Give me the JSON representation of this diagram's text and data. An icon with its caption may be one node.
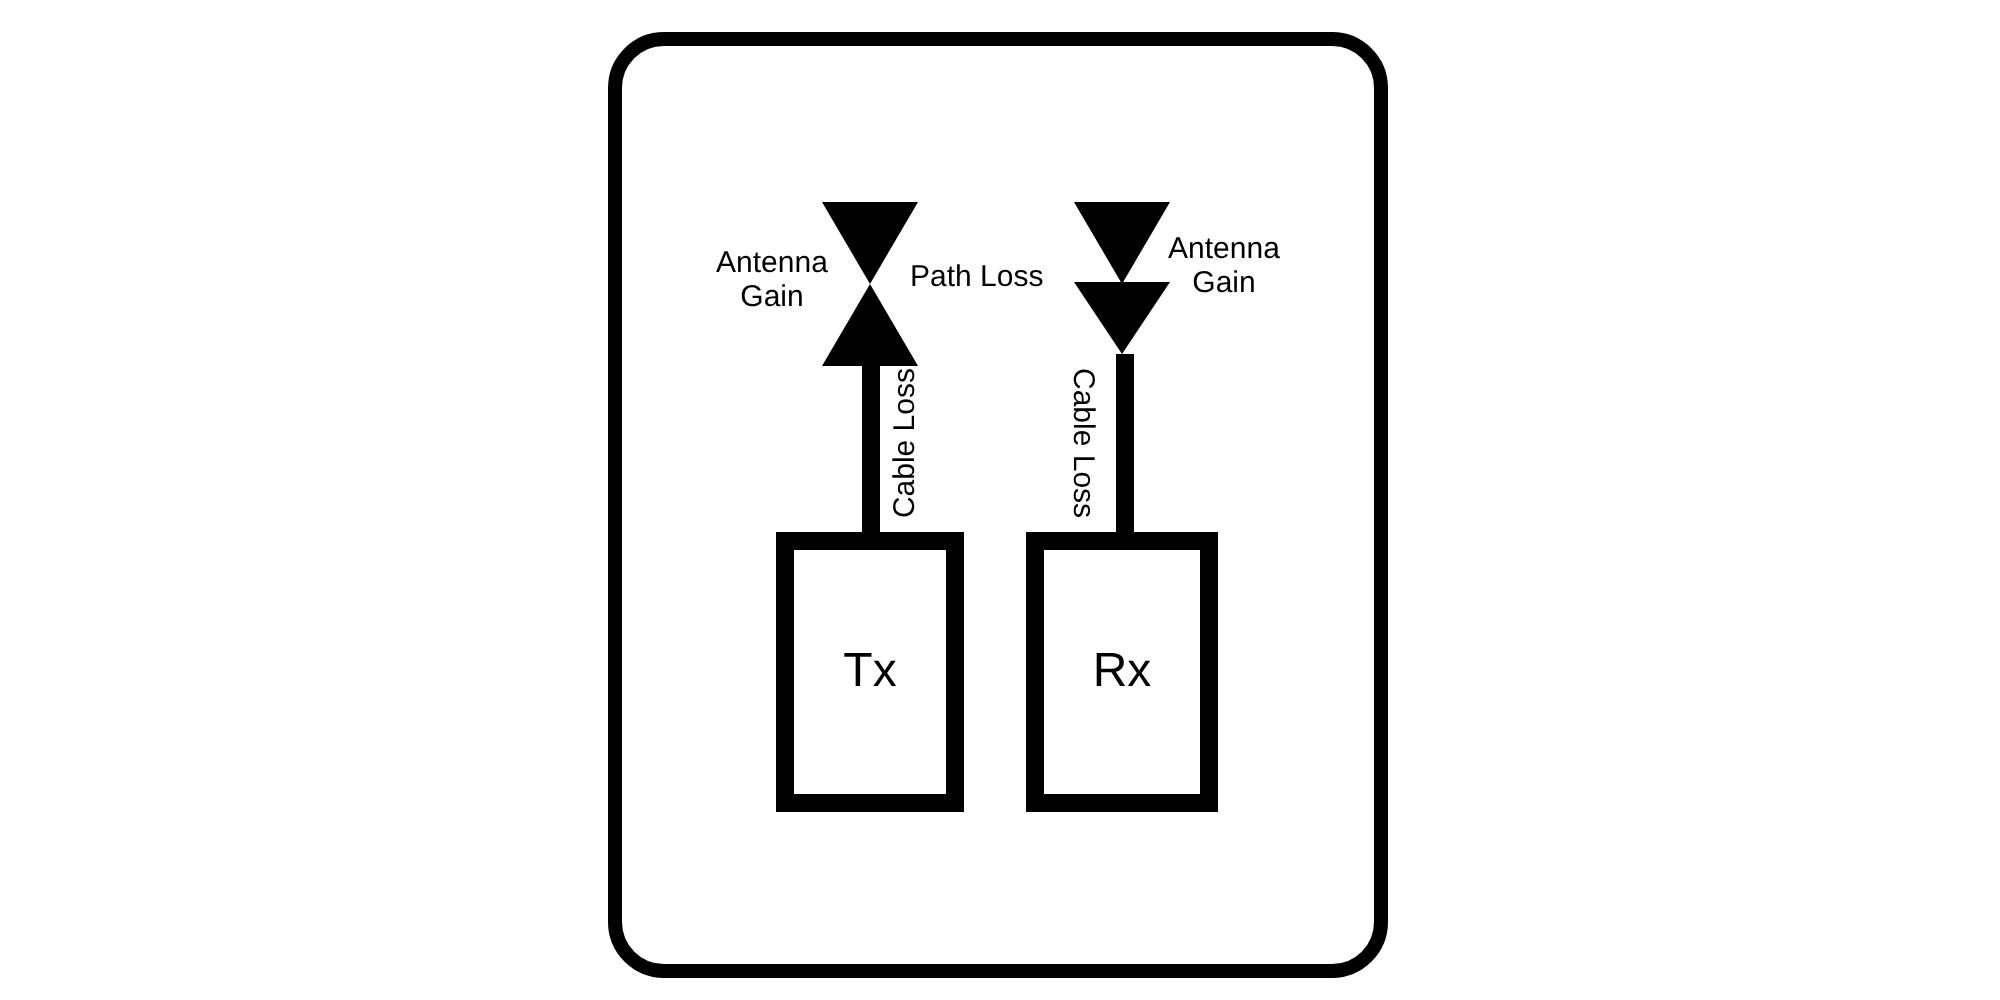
{
  "diagram": {
    "nodes": [
      {
        "text": [
          "Tx"
        ]
      },
      {
        "text": [
          "Rx"
        ]
      },
      {
        "text": [],
        "shape": "picture",
        "beside": [
          "Antenna Gain"
        ]
      },
      {
        "text": [],
        "shape": "picture",
        "beside": [
          "Antenna Gain"
        ]
      }
    ],
    "edges": [
      {
        "from": 0,
        "to": 2,
        "arrow": "none",
        "label": "Cable Loss"
      },
      {
        "from": 3,
        "to": 1,
        "arrow": "none",
        "label": "Cable Loss"
      }
    ],
    "labels": [
      "Path Loss"
    ]
  }
}
